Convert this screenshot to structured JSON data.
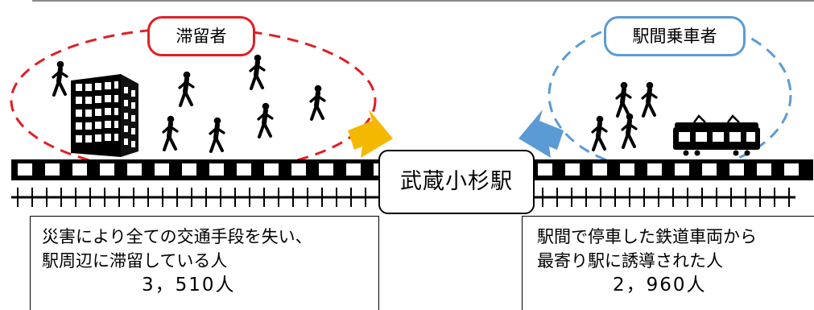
{
  "left_group": {
    "label": "滞留者",
    "description_line1": "災害により全ての交通手段を失い、",
    "description_line2": "駅周辺に滞留している人",
    "count": "3，510人"
  },
  "right_group": {
    "label": "駅間乗車者",
    "description_line1": "駅間で停車した鉄道車両から",
    "description_line2": "最寄り駅に誘導された人",
    "count": "2，960人"
  },
  "station": {
    "name": "武蔵小杉駅"
  },
  "colors": {
    "left_accent": "#e01f26",
    "right_accent": "#5b9bd5",
    "left_arrow": "#f5b800",
    "right_arrow": "#5b9bd5"
  },
  "icons": [
    "pedestrian-icon",
    "office-building-icon",
    "train-icon",
    "arrow-icon",
    "railway-track-icon"
  ]
}
